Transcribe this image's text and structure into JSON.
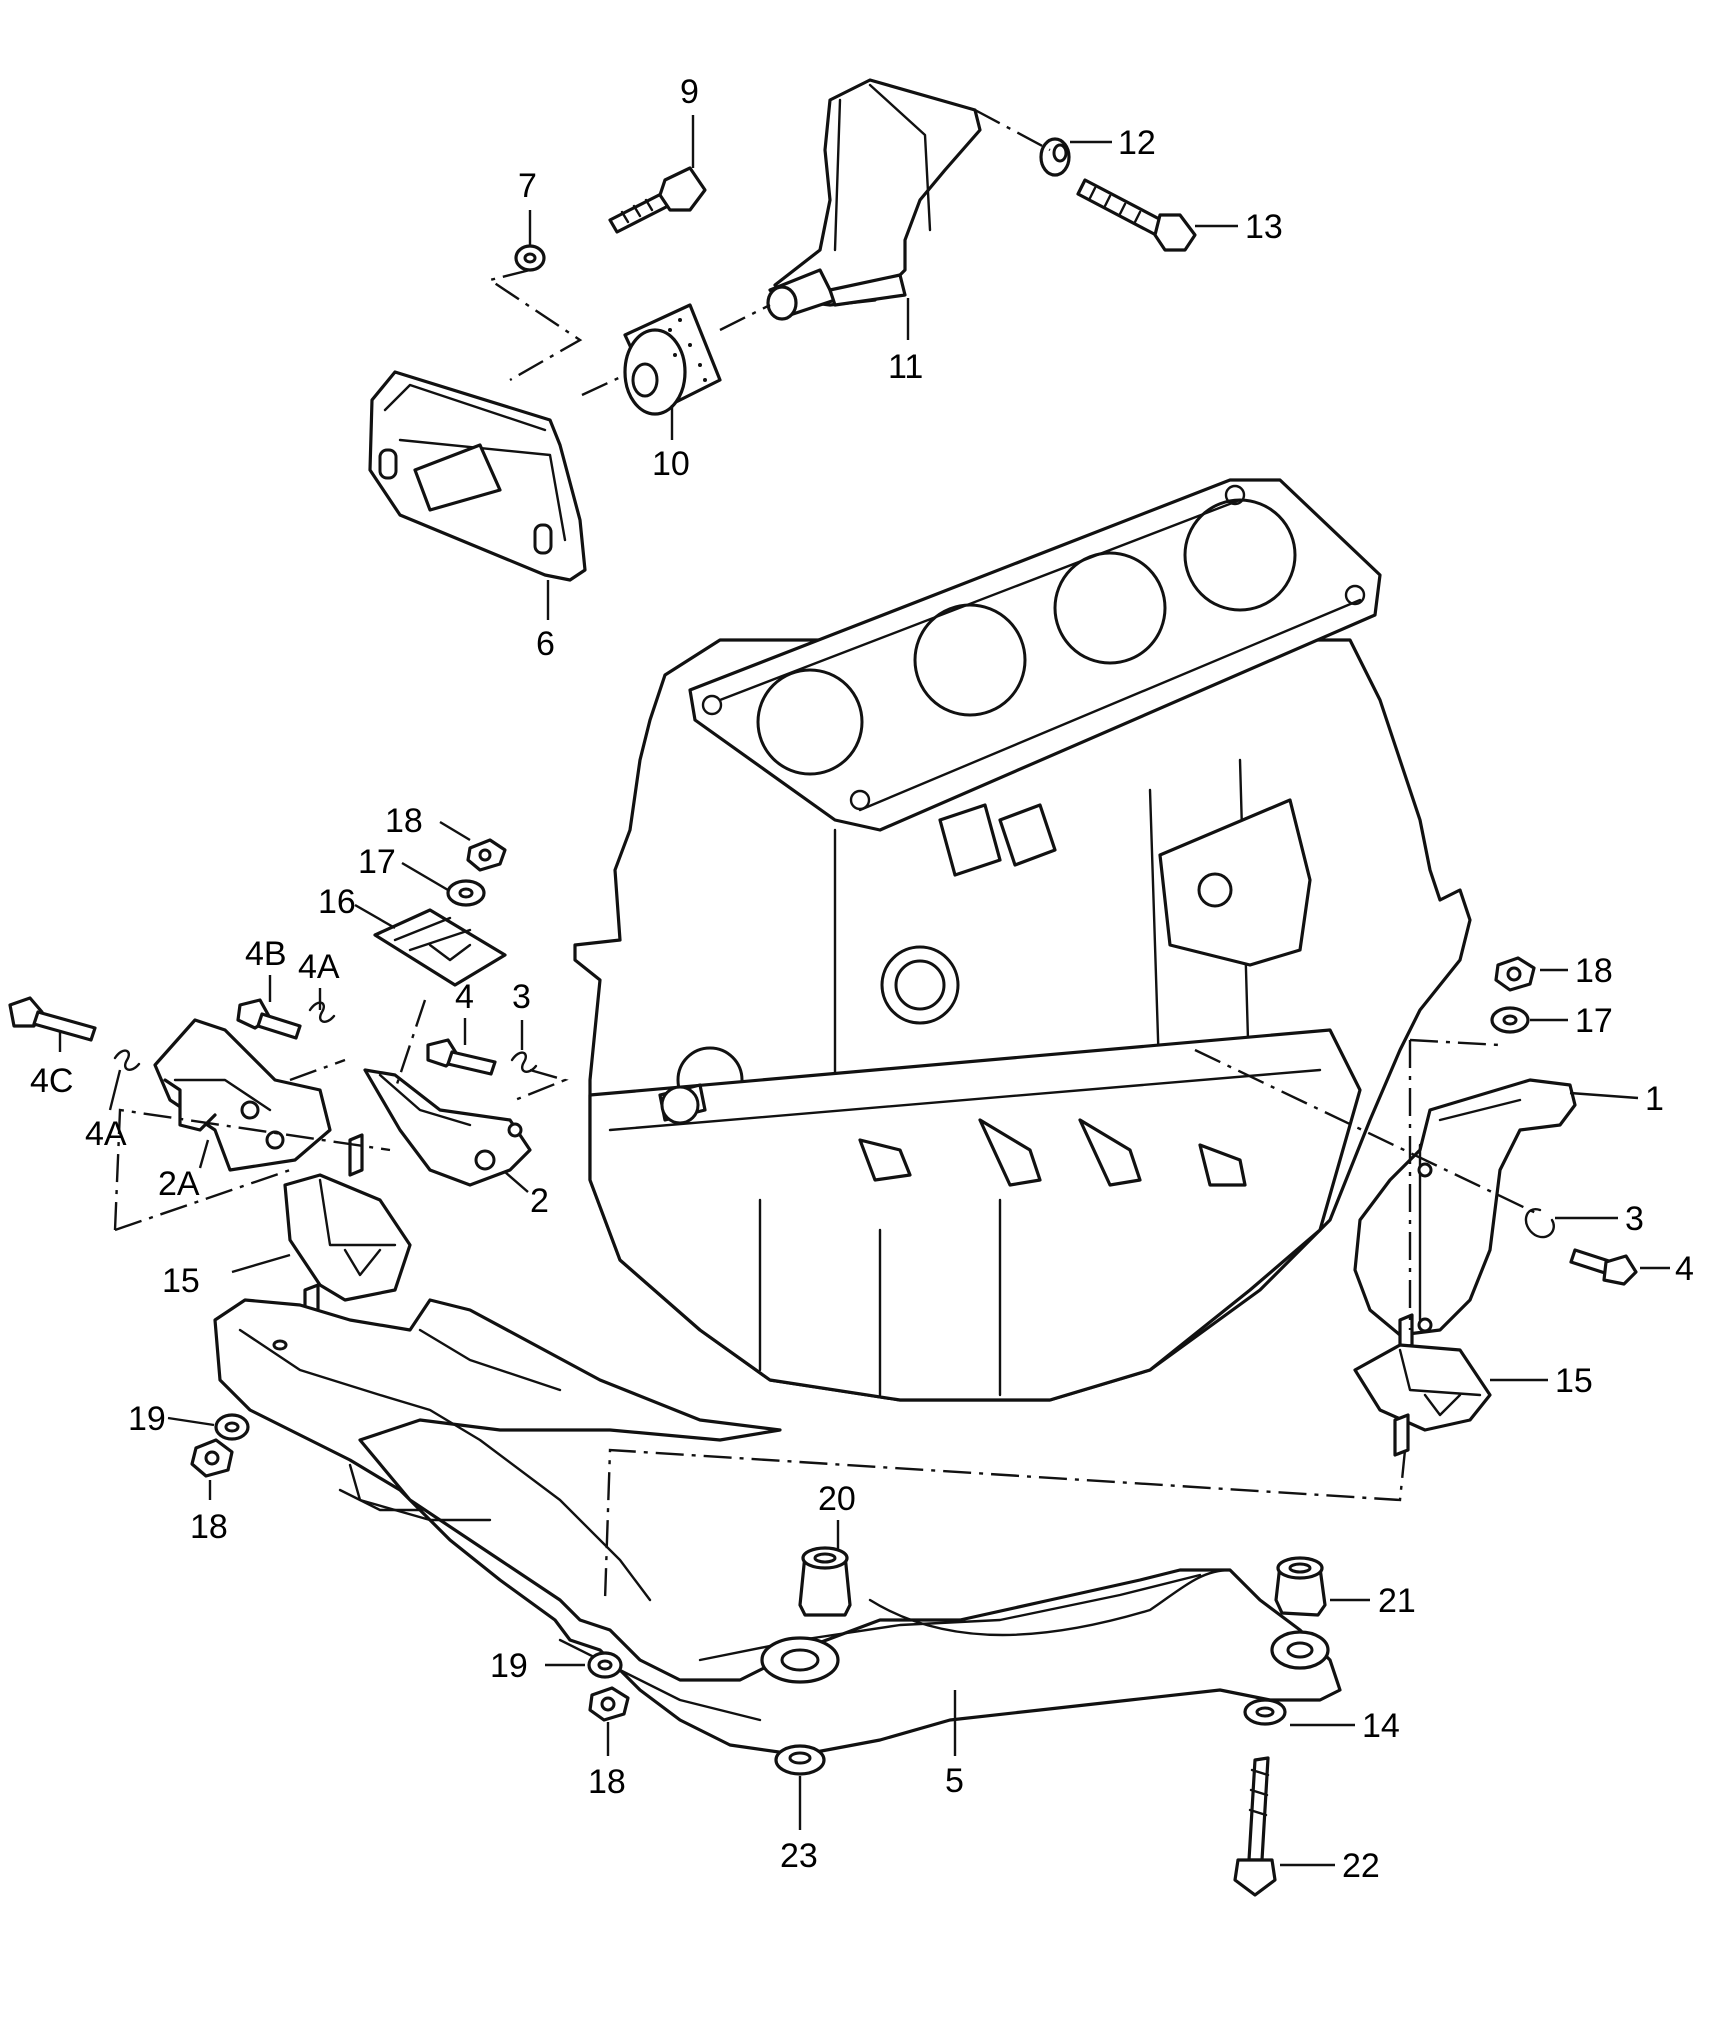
{
  "labels": {
    "l1": "1",
    "l2": "2",
    "l2A": "2A",
    "l3a": "3",
    "l3b": "3",
    "l4a": "4",
    "l4b": "4",
    "l4A1": "4A",
    "l4A2": "4A",
    "l4B": "4B",
    "l4C": "4C",
    "l5": "5",
    "l6": "6",
    "l7": "7",
    "l9": "9",
    "l10": "10",
    "l11": "11",
    "l12": "12",
    "l13": "13",
    "l14": "14",
    "l15a": "15",
    "l15b": "15",
    "l16": "16",
    "l17a": "17",
    "l17b": "17",
    "l18a": "18",
    "l18b": "18",
    "l18c": "18",
    "l18d": "18",
    "l19a": "19",
    "l19b": "19",
    "l20": "20",
    "l21": "21",
    "l22": "22",
    "l23": "23"
  }
}
